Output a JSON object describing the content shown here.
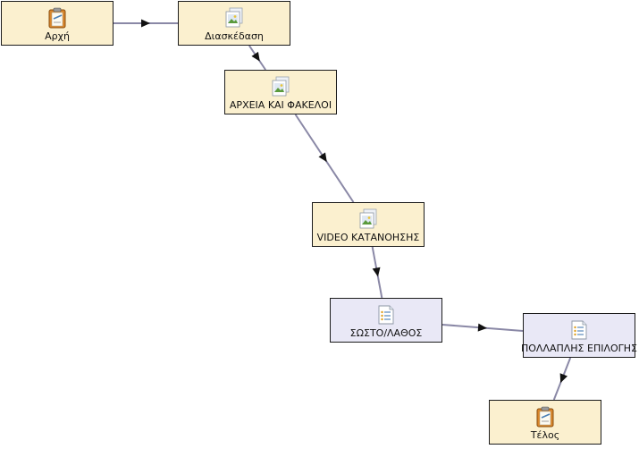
{
  "diagram": {
    "nodes": [
      {
        "id": "start",
        "label": "Αρχή",
        "kind": "activity",
        "icon": "clipboard-icon"
      },
      {
        "id": "fun",
        "label": "Διασκέδαση",
        "kind": "activity",
        "icon": "image-page-icon"
      },
      {
        "id": "files",
        "label": "ΑΡΧΕΙΑ ΚΑΙ ΦΑΚΕΛΟΙ",
        "kind": "activity",
        "icon": "image-page-icon"
      },
      {
        "id": "video",
        "label": "VIDEO ΚΑΤΑΝΟΗΣΗΣ",
        "kind": "activity",
        "icon": "image-page-icon"
      },
      {
        "id": "tf",
        "label": "ΣΩΣΤΟ/ΛΑΘΟΣ",
        "kind": "question",
        "icon": "list-document-icon"
      },
      {
        "id": "mc",
        "label": "ΠΟΛΛΑΠΛΗΣ ΕΠΙΛΟΓΗΣ",
        "kind": "question",
        "icon": "list-document-icon"
      },
      {
        "id": "end",
        "label": "Τέλος",
        "kind": "activity",
        "icon": "clipboard-icon"
      }
    ],
    "edges": [
      {
        "from": "start",
        "to": "fun"
      },
      {
        "from": "fun",
        "to": "files"
      },
      {
        "from": "files",
        "to": "video"
      },
      {
        "from": "video",
        "to": "tf"
      },
      {
        "from": "tf",
        "to": "mc"
      },
      {
        "from": "mc",
        "to": "end"
      }
    ],
    "colors": {
      "activity_fill": "#fbf0cf",
      "question_fill": "#e9e8f6",
      "edge": "#8a88a6",
      "arrow": "#111111"
    }
  }
}
